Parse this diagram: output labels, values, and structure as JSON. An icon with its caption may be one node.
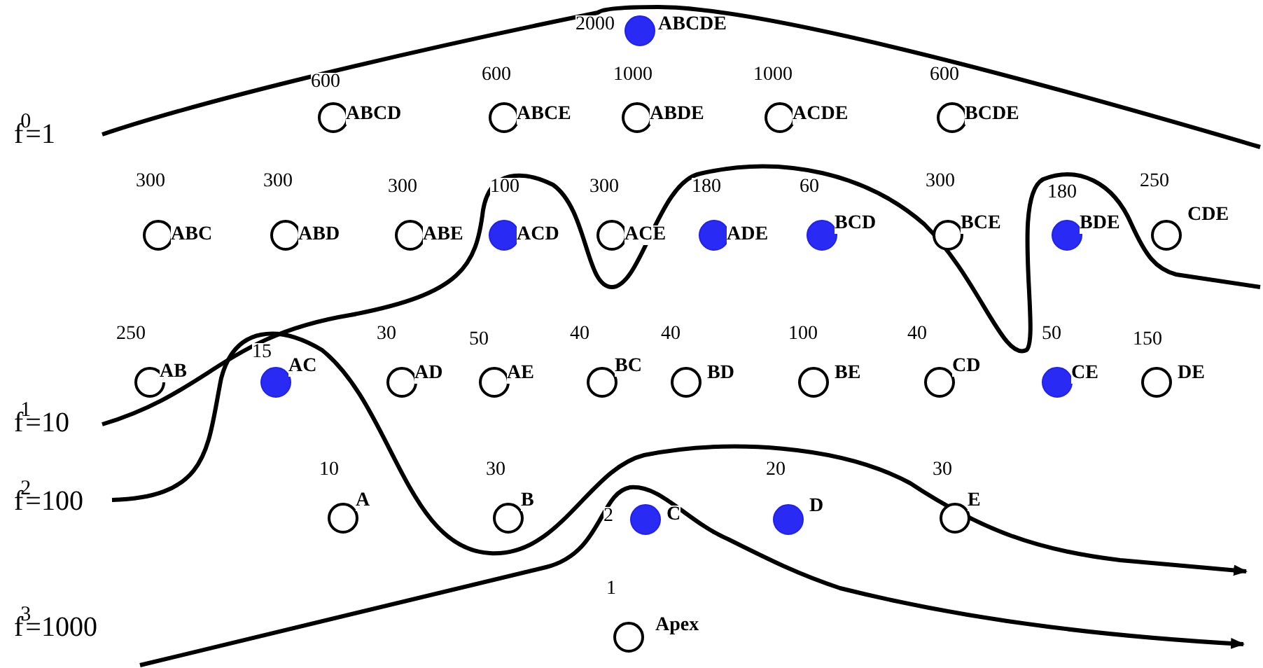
{
  "diagram": {
    "nodes": [
      {
        "text": [
          "ABCDE"
        ],
        "beside": [
          "2000"
        ]
      },
      {
        "text": [
          "ABCD"
        ],
        "beside": [
          "600"
        ]
      },
      {
        "text": [
          "ABCE"
        ],
        "beside": [
          "600"
        ]
      },
      {
        "text": [
          "ABDE"
        ],
        "beside": [
          "1000"
        ]
      },
      {
        "text": [
          "ACDE"
        ],
        "beside": [
          "1000"
        ]
      },
      {
        "text": [
          "BCDE"
        ],
        "beside": [
          "600"
        ]
      },
      {
        "text": [
          "ABC"
        ],
        "beside": [
          "300"
        ]
      },
      {
        "text": [
          "ABD"
        ],
        "beside": [
          "300"
        ]
      },
      {
        "text": [
          "ABE"
        ],
        "beside": [
          "300"
        ]
      },
      {
        "text": [
          "ACD"
        ],
        "beside": [
          "100"
        ]
      },
      {
        "text": [
          "ACE"
        ],
        "beside": [
          "300"
        ]
      },
      {
        "text": [
          "ADE"
        ],
        "beside": [
          "180"
        ]
      },
      {
        "text": [
          "BCD"
        ],
        "beside": [
          "60"
        ]
      },
      {
        "text": [
          "BCE"
        ],
        "beside": [
          "300"
        ]
      },
      {
        "text": [
          "BDE"
        ],
        "beside": [
          "180"
        ]
      },
      {
        "text": [
          "CDE"
        ],
        "beside": [
          "250"
        ]
      },
      {
        "text": [
          "AB"
        ],
        "beside": [
          "250"
        ]
      },
      {
        "text": [
          "AC"
        ],
        "beside": [
          "15"
        ]
      },
      {
        "text": [
          "AD"
        ],
        "beside": [
          "30"
        ]
      },
      {
        "text": [
          "AE"
        ],
        "beside": [
          "50"
        ]
      },
      {
        "text": [
          "BC"
        ],
        "beside": [
          "40"
        ]
      },
      {
        "text": [
          "BD"
        ],
        "beside": [
          "40"
        ]
      },
      {
        "text": [
          "BE"
        ],
        "beside": [
          "100"
        ]
      },
      {
        "text": [
          "CD"
        ],
        "beside": [
          "40"
        ]
      },
      {
        "text": [
          "CE"
        ],
        "beside": [
          "50"
        ]
      },
      {
        "text": [
          "DE"
        ],
        "beside": [
          "150"
        ]
      },
      {
        "text": [
          "A"
        ],
        "beside": [
          "10"
        ]
      },
      {
        "text": [
          "B"
        ],
        "beside": [
          "30"
        ]
      },
      {
        "text": [
          "C"
        ],
        "beside": [
          "2"
        ]
      },
      {
        "text": [
          "D"
        ],
        "beside": [
          "20"
        ]
      },
      {
        "text": [
          "E"
        ],
        "beside": [
          "30"
        ]
      },
      {
        "text": [
          "Apex"
        ],
        "beside": [
          "1"
        ]
      }
    ],
    "labels": [
      "f$^{0}$=1",
      "f$^{1}$=10",
      "f$^{2}$=100",
      "f$^{3}$=1000"
    ]
  }
}
